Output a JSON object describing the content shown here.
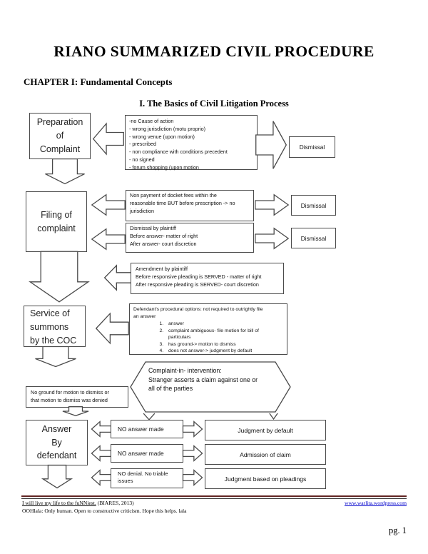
{
  "header": {
    "title": "RIANO SUMMARIZED CIVIL PROCEDURE",
    "chapter": "CHAPTER I: Fundamental Concepts",
    "section_heading": "I. The Basics of Civil Litigation Process"
  },
  "flowchart": {
    "stages": {
      "preparation": "Preparation\nof\nComplaint",
      "filing": "Filing of\ncomplaint",
      "service": "Service of\nsummons\nby the COC",
      "answer": "Answer\nBy\ndefendant"
    },
    "grounds_box": "-no Cause of action\n- wrong jurisdiction (motu proprio)\n- wrong venue (upon motion)\n- prescribed\n- non compliance with conditions precedent\n- no signed\n- forum shopping  (upon motion",
    "dismissal_labels": {
      "d1": "Dismissal",
      "d2": "Dismissal",
      "d3": "Dismissal"
    },
    "docket_box": "Non payment of docket fees within the\nreasonable time  BUT before prescription -> no\njurisdiction",
    "plaintiff_dismissal_box": "Dismissal by plaintiff\nBefore answer- matter of right\nAfter answer- court discretion",
    "amendment_box": "Amendment by plaintiff\nBefore responsive pleading is SERVED - matter of right\nAfter responsive pleading is SERVED- court discretion",
    "defendant_options": {
      "intro": "Defendant's procedural options: not required to outrightly file\nan answer",
      "items": [
        "answer",
        "complaint ambiguous- file motion for bill of\nparticulars",
        "has ground-> motion to dismiss",
        "does not answer-> judgment by default"
      ]
    },
    "intervention": {
      "title": "Complaint-in- intervention:",
      "body": "Stranger asserts a claim against one or\nall of the parties"
    },
    "no_ground_box": "No ground for motion to dismiss or\nthat motion to dismiss was denied",
    "answer_rows": [
      {
        "condition": "NO answer made",
        "result": "Judgment by default"
      },
      {
        "condition": "NO answer made",
        "result": "Admission of claim"
      },
      {
        "condition": "NO denial. No triable\nissues",
        "result": "Judgment based on pleadings"
      }
    ]
  },
  "footer": {
    "quote": "I will live my life to the fuNNiest.",
    "citation": " (BIARES, 2013)",
    "link": "www.warlita.wordpress.com",
    "line2": "OOHlala: Only human. Open to constructive criticism. Hope this helps. lala",
    "page_number": "pg. 1"
  }
}
